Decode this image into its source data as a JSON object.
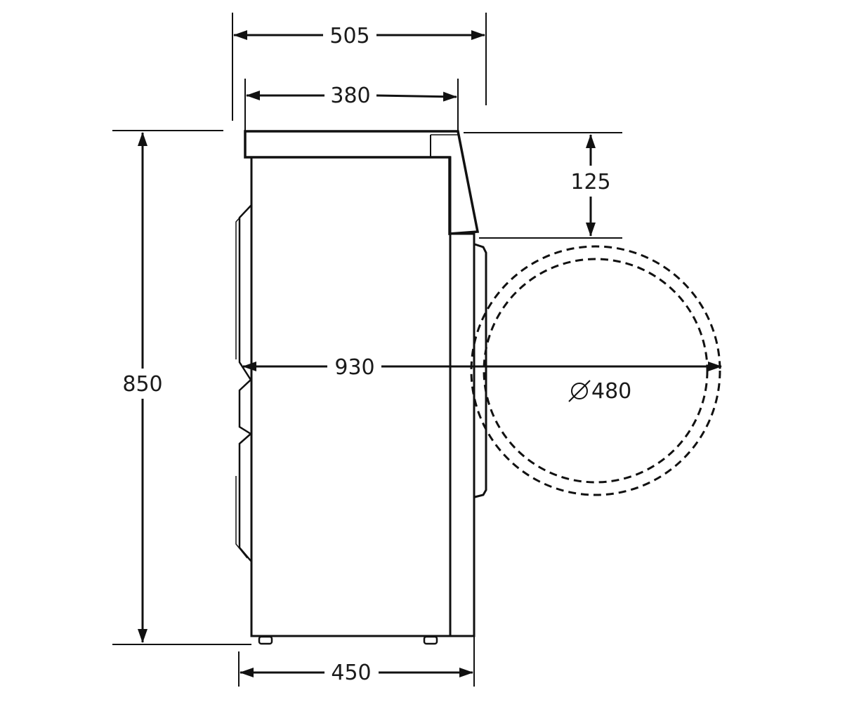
{
  "dimensions": {
    "overall_depth": "505",
    "top_depth": "380",
    "top_panel_height": "125",
    "height": "850",
    "depth_door_open": "930",
    "door_diameter": "480",
    "base_depth": "450"
  },
  "colors": {
    "line": "#111111",
    "background": "#ffffff"
  }
}
